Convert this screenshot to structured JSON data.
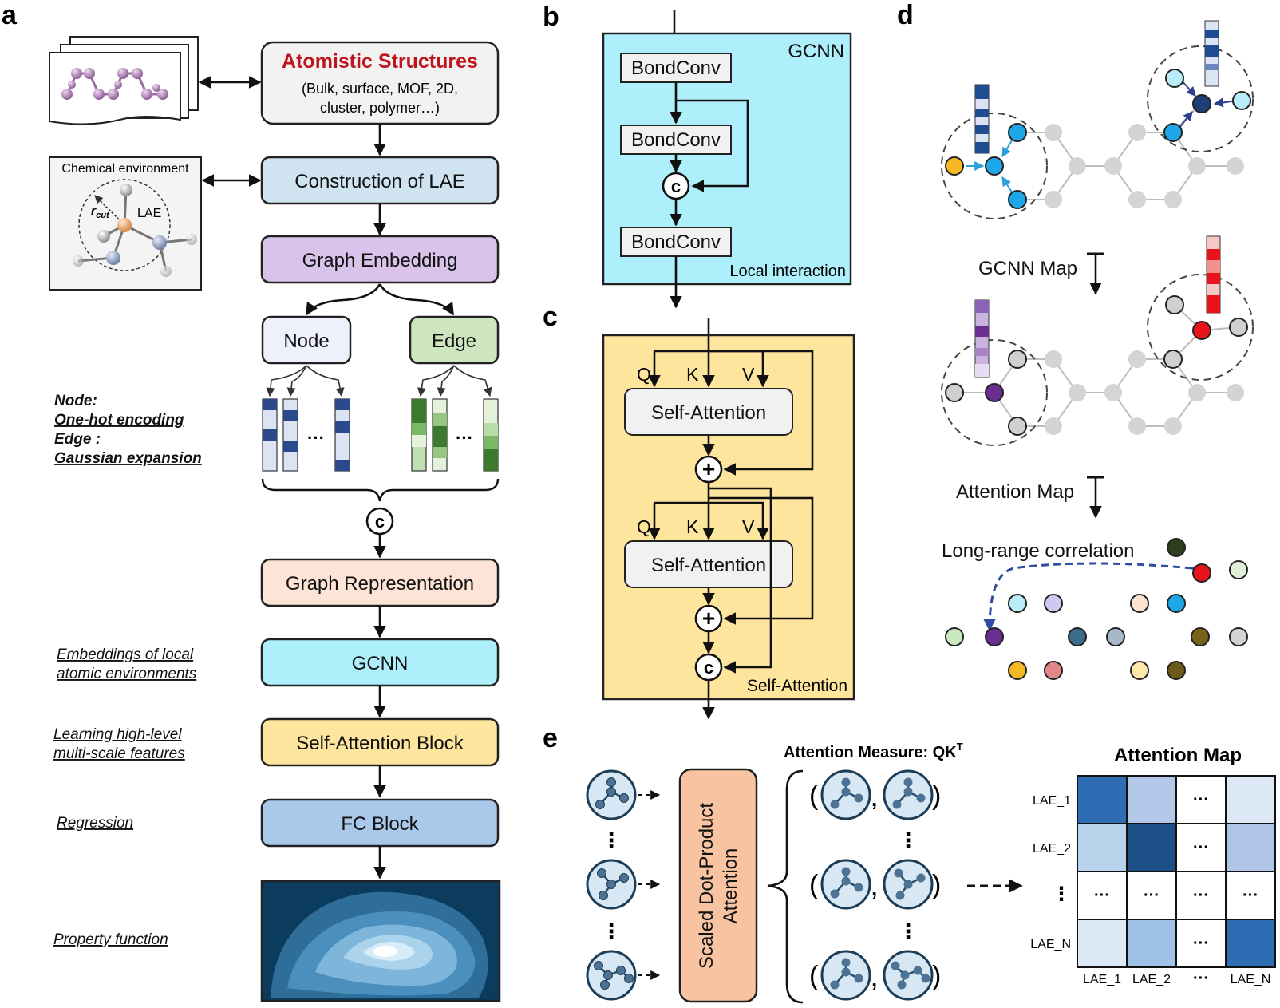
{
  "panels": {
    "a": "a",
    "b": "b",
    "c": "c",
    "d": "d",
    "e": "e"
  },
  "panel_a": {
    "atomistic_title": "Atomistic Structures",
    "atomistic_sub1": "(Bulk, surface, MOF, 2D,",
    "atomistic_sub2": "cluster, polymer…)",
    "chem_env": "Chemical environment",
    "rcut": "r",
    "rcut_sub": "cut",
    "lae": "LAE",
    "construction": "Construction of LAE",
    "graph_embedding": "Graph Embedding",
    "node": "Node",
    "edge": "Edge",
    "dots": "···",
    "concat": "c",
    "graph_repr": "Graph Representation",
    "gcnn": "GCNN",
    "self_attention_block": "Self-Attention Block",
    "fc_block": "FC Block",
    "side_node": "Node:",
    "side_onehot": "One-hot encoding",
    "side_edge": "Edge :",
    "side_gauss": "Gaussian expansion",
    "side_emb1": "Embeddings of local",
    "side_emb2": "atomic environments",
    "side_learn1": "Learning high-level",
    "side_learn2": "multi-scale features",
    "side_regression": "Regression",
    "side_property": "Property function"
  },
  "panel_b": {
    "title": "GCNN",
    "bondconv": "BondConv",
    "concat": "c",
    "local": "Local interaction"
  },
  "panel_c": {
    "q": "Q",
    "k": "K",
    "v": "V",
    "self_attention": "Self-Attention",
    "plus": "+",
    "concat": "c",
    "footer": "Self-Attention"
  },
  "panel_d": {
    "gcnn_map": "GCNN Map",
    "attention_map": "Attention Map",
    "long_range": "Long-range correlation"
  },
  "panel_e": {
    "sdpa1": "Scaled Dot-Product",
    "sdpa2": "Attention",
    "measure": "Attention Measure: QK",
    "measure_sup": "T",
    "map_title": "Attention Map",
    "row_labels": [
      "LAE_1",
      "LAE_2",
      "⋮",
      "LAE_N"
    ],
    "col_labels": [
      "LAE_1",
      "LAE_2",
      "···",
      "LAE_N"
    ],
    "cell_dots": "···",
    "vdots": "⋮",
    "cells": [
      [
        "#2e6db4",
        "#b3c8e8",
        "dots",
        "#dde8f6"
      ],
      [
        "#b8d3ec",
        "#1b4f86",
        "dots",
        "#b0c4e6"
      ],
      [
        "dots",
        "dots",
        "dots",
        "dots"
      ],
      [
        "#dbe8f6",
        "#9ec3e6",
        "dots",
        "#2e6db4"
      ]
    ]
  },
  "colors": {
    "atomistic_red": "#c0141c",
    "lae_blue": "#cfe3f1",
    "embedding_purple": "#d9c3ea",
    "node_bg": "#eef0fb",
    "edge_green": "#cde6c0",
    "repr_peach": "#fde4d6",
    "gcnn_cyan": "#aeeffc",
    "attention_yellow": "#fde59e",
    "fc_blue": "#a9c8ea",
    "sdpa_orange": "#f8c3a0"
  }
}
